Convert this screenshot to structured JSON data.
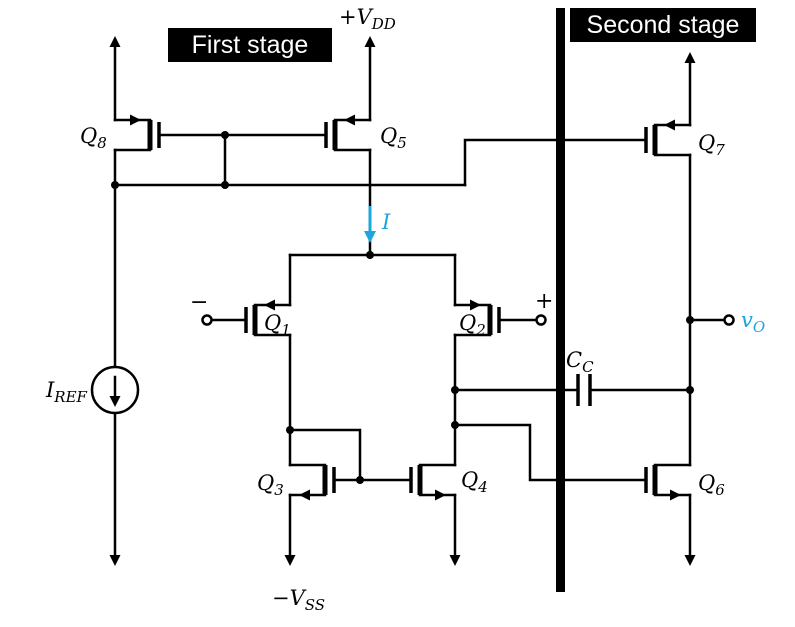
{
  "figure": {
    "type": "circuit-diagram",
    "stages": {
      "first": "First stage",
      "second": "Second stage"
    }
  },
  "colors": {
    "ink": "#000000",
    "accent": "#1da6dc",
    "background": "#ffffff"
  },
  "supplies": {
    "vdd": {
      "sign": "+",
      "symbol": "V",
      "sub": "DD"
    },
    "vss": {
      "sign": "−",
      "symbol": "V",
      "sub": "SS"
    }
  },
  "sources": {
    "iref": {
      "symbol": "I",
      "sub": "REF"
    },
    "bias_current": {
      "symbol": "I"
    }
  },
  "capacitor": {
    "symbol": "C",
    "sub": "C"
  },
  "output": {
    "symbol": "v",
    "sub": "O"
  },
  "inputs": {
    "inverting": "−",
    "noninverting": "+"
  },
  "transistors": [
    {
      "symbol": "Q",
      "sub": "1"
    },
    {
      "symbol": "Q",
      "sub": "2"
    },
    {
      "symbol": "Q",
      "sub": "3"
    },
    {
      "symbol": "Q",
      "sub": "4"
    },
    {
      "symbol": "Q",
      "sub": "5"
    },
    {
      "symbol": "Q",
      "sub": "6"
    },
    {
      "symbol": "Q",
      "sub": "7"
    },
    {
      "symbol": "Q",
      "sub": "8"
    }
  ]
}
